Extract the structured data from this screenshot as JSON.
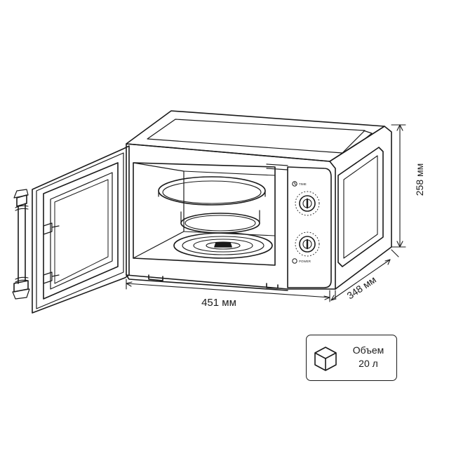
{
  "dimensions": {
    "width_label": "451 мм",
    "depth_label": "348 мм",
    "height_label": "258 мм"
  },
  "control_panel": {
    "timer_label": "TIME",
    "power_label": "POWER"
  },
  "volume_badge": {
    "icon": "cube-icon",
    "title": "Объем",
    "value": "20 л"
  },
  "colors": {
    "line": "#1a1a1a",
    "fill": "#ffffff"
  }
}
